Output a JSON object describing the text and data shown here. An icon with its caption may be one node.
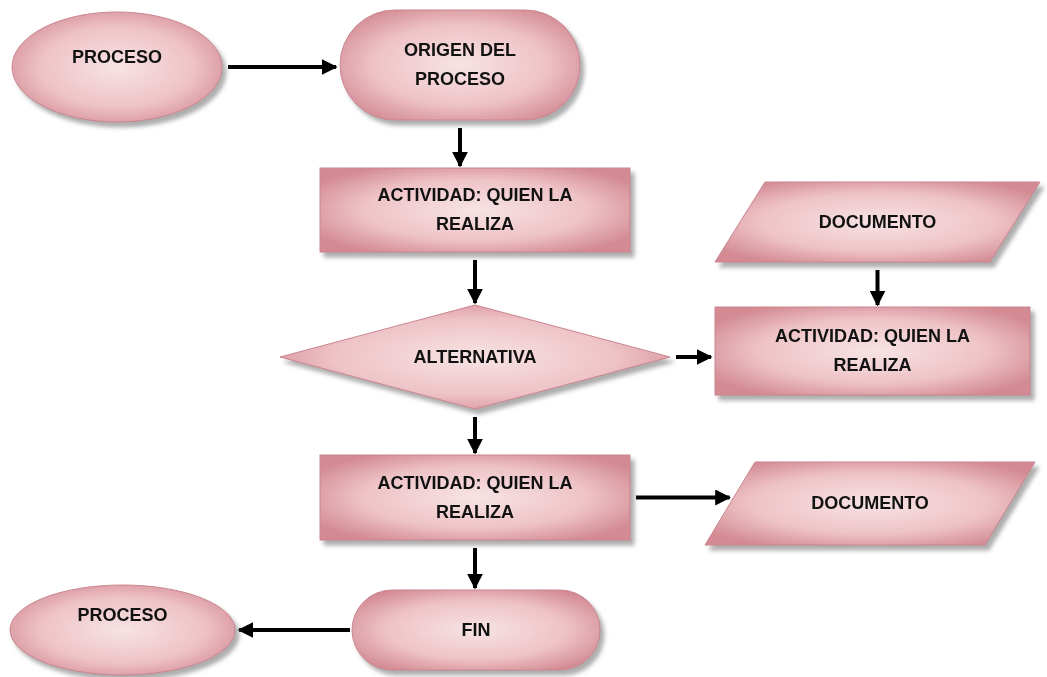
{
  "diagram": {
    "nodes": [
      {
        "text": [
          "PROCESO"
        ]
      },
      {
        "text": [
          "ORIGEN DEL PROCESO"
        ]
      },
      {
        "text": [
          "ACTIVIDAD: QUIEN LA REALIZA"
        ]
      },
      {
        "text": [
          "DOCUMENTO"
        ]
      },
      {
        "text": [
          "ALTERNATIVA"
        ]
      },
      {
        "text": [
          "ACTIVIDAD: QUIEN LA REALIZA"
        ]
      },
      {
        "text": [
          "ACTIVIDAD: QUIEN LA REALIZA"
        ]
      },
      {
        "text": [
          "DOCUMENTO"
        ]
      },
      {
        "text": [
          "PROCESO"
        ]
      },
      {
        "text": [
          "FIN"
        ]
      }
    ],
    "edges": [
      {
        "from": 0,
        "to": 1,
        "arrow": "to"
      },
      {
        "from": 1,
        "to": 2,
        "arrow": "to"
      },
      {
        "from": 2,
        "to": 4,
        "arrow": "to"
      },
      {
        "from": 3,
        "to": 5,
        "arrow": "to"
      },
      {
        "from": 4,
        "to": 5,
        "arrow": "to"
      },
      {
        "from": 4,
        "to": 6,
        "arrow": "to"
      },
      {
        "from": 6,
        "to": 7,
        "arrow": "to"
      },
      {
        "from": 6,
        "to": 9,
        "arrow": "to"
      },
      {
        "from": 9,
        "to": 8,
        "arrow": "to"
      }
    ]
  }
}
